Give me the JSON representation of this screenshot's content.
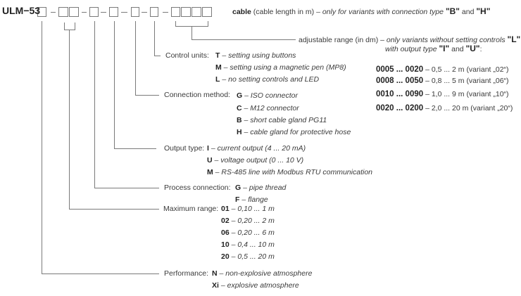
{
  "code": {
    "prefix": "ULM",
    "separator": "−",
    "model": "53",
    "dash": "–"
  },
  "cable": {
    "label": "cable",
    "unit_note": "(cable length in m)",
    "condition": "– only for variants with connection type",
    "type_b": "\"B\"",
    "and": "and",
    "type_h": "\"H\""
  },
  "adjustable_range": {
    "label": "adjustable range (in dm) –",
    "condition_1": "only variants without setting controls",
    "code_l": "\"L\"",
    "condition_2": "with output type",
    "code_i": "\"I\"",
    "and": "and",
    "code_u": "\"U\"",
    "colon": ":",
    "options": [
      {
        "code": "0005 ... 0020",
        "desc": "– 0,5 ... 2 m (variant „02“)"
      },
      {
        "code": "0008 ... 0050",
        "desc": "– 0,8 ... 5 m (variant „06“)"
      },
      {
        "code": "0010 ... 0090",
        "desc": "– 1,0 ... 9 m (variant „10“)"
      },
      {
        "code": "0020 ... 0200",
        "desc": "– 2,0 ... 20 m (variant „20“)"
      }
    ]
  },
  "control_units": {
    "label": "Control units:",
    "options": [
      {
        "code": "T",
        "desc": "– setting using buttons"
      },
      {
        "code": "M",
        "desc": "– setting using a magnetic pen (MP8)"
      },
      {
        "code": "L",
        "desc": "– no setting controls and LED"
      }
    ]
  },
  "connection_method": {
    "label": "Connection method:",
    "options": [
      {
        "code": "G",
        "desc": "– ISO connector"
      },
      {
        "code": "C",
        "desc": "– M12 connector"
      },
      {
        "code": "B",
        "desc": "– short cable gland PG11"
      },
      {
        "code": "H",
        "desc": "– cable gland for protective hose"
      }
    ]
  },
  "output_type": {
    "label": "Output type:",
    "options": [
      {
        "code": "I",
        "desc": "– current output (4 ... 20 mA)"
      },
      {
        "code": "U",
        "desc": "– voltage output (0 ... 10 V)"
      },
      {
        "code": "M",
        "desc": "– RS-485 line with Modbus RTU communication"
      }
    ]
  },
  "process_connection": {
    "label": "Process connection:",
    "options": [
      {
        "code": "G",
        "desc": "– pipe thread"
      },
      {
        "code": "F",
        "desc": "– flange"
      }
    ]
  },
  "maximum_range": {
    "label": "Maximum range:",
    "options": [
      {
        "code": "01",
        "desc": "– 0,10 ... 1 m"
      },
      {
        "code": "02",
        "desc": "– 0,20 ... 2 m"
      },
      {
        "code": "06",
        "desc": "– 0,20 ... 6 m"
      },
      {
        "code": "10",
        "desc": "– 0,4 ... 10 m"
      },
      {
        "code": "20",
        "desc": "– 0,5 ... 20 m"
      }
    ]
  },
  "performance": {
    "label": "Performance:",
    "options": [
      {
        "code": "N",
        "desc": " – non-explosive atmosphere"
      },
      {
        "code": "Xi",
        "desc": "– explosive atmosphere"
      }
    ]
  },
  "colors": {
    "line": "#6e6e6e",
    "text": "#3a3a3a",
    "bold": "#222222"
  }
}
